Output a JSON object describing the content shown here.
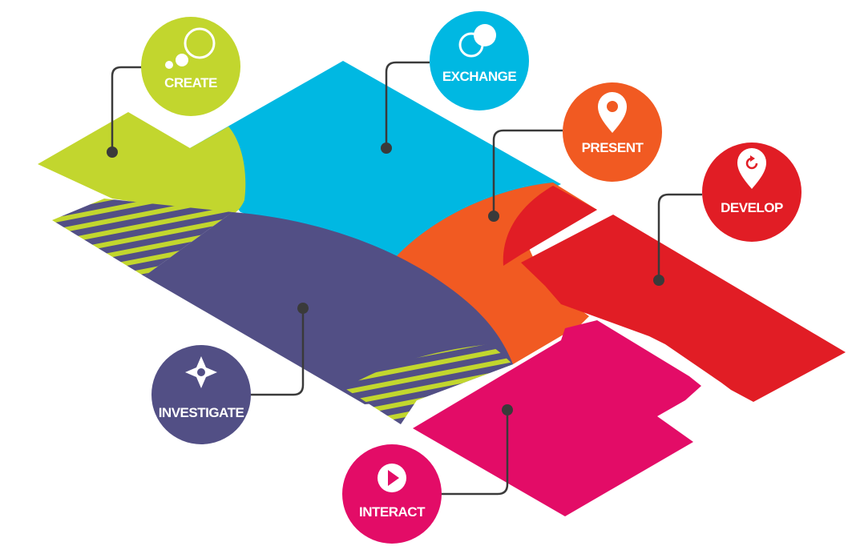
{
  "diagram": {
    "nodes": [
      {
        "id": "create",
        "label": "CREATE",
        "icon": "bubbles-icon",
        "color": "#c2d62e"
      },
      {
        "id": "exchange",
        "label": "EXCHANGE",
        "icon": "overlapping-circles-icon",
        "color": "#00b8e2"
      },
      {
        "id": "present",
        "label": "PRESENT",
        "icon": "map-pin-icon",
        "color": "#f15a22"
      },
      {
        "id": "develop",
        "label": "DEVELOP",
        "icon": "refresh-pin-icon",
        "color": "#e11d25"
      },
      {
        "id": "investigate",
        "label": "INVESTIGATE",
        "icon": "compass-icon",
        "color": "#524f85"
      },
      {
        "id": "interact",
        "label": "INTERACT",
        "icon": "play-icon",
        "color": "#e30c67"
      }
    ]
  }
}
